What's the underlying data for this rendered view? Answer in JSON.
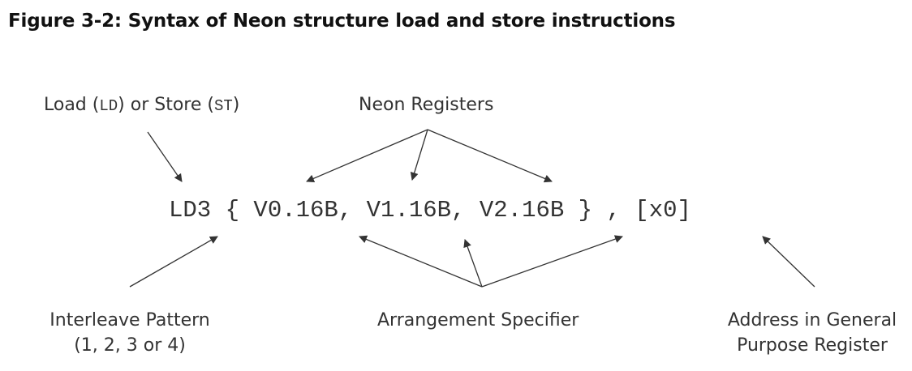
{
  "title": "Figure 3-2: Syntax of Neon structure load and store instructions",
  "labels": {
    "load_store_prefix": "Load (",
    "load_code": "LD",
    "load_store_middle": ") or Store (",
    "store_code": "ST",
    "load_store_suffix": ")",
    "neon_registers": "Neon Registers",
    "interleave_line1": "Interleave Pattern",
    "interleave_line2": "(1, 2, 3 or 4)",
    "arrangement": "Arrangement Specifier",
    "address_line1": "Address in General",
    "address_line2": "Purpose Register"
  },
  "instruction": "LD3 { V0.16B, V1.16B, V2.16B } , [x0]"
}
